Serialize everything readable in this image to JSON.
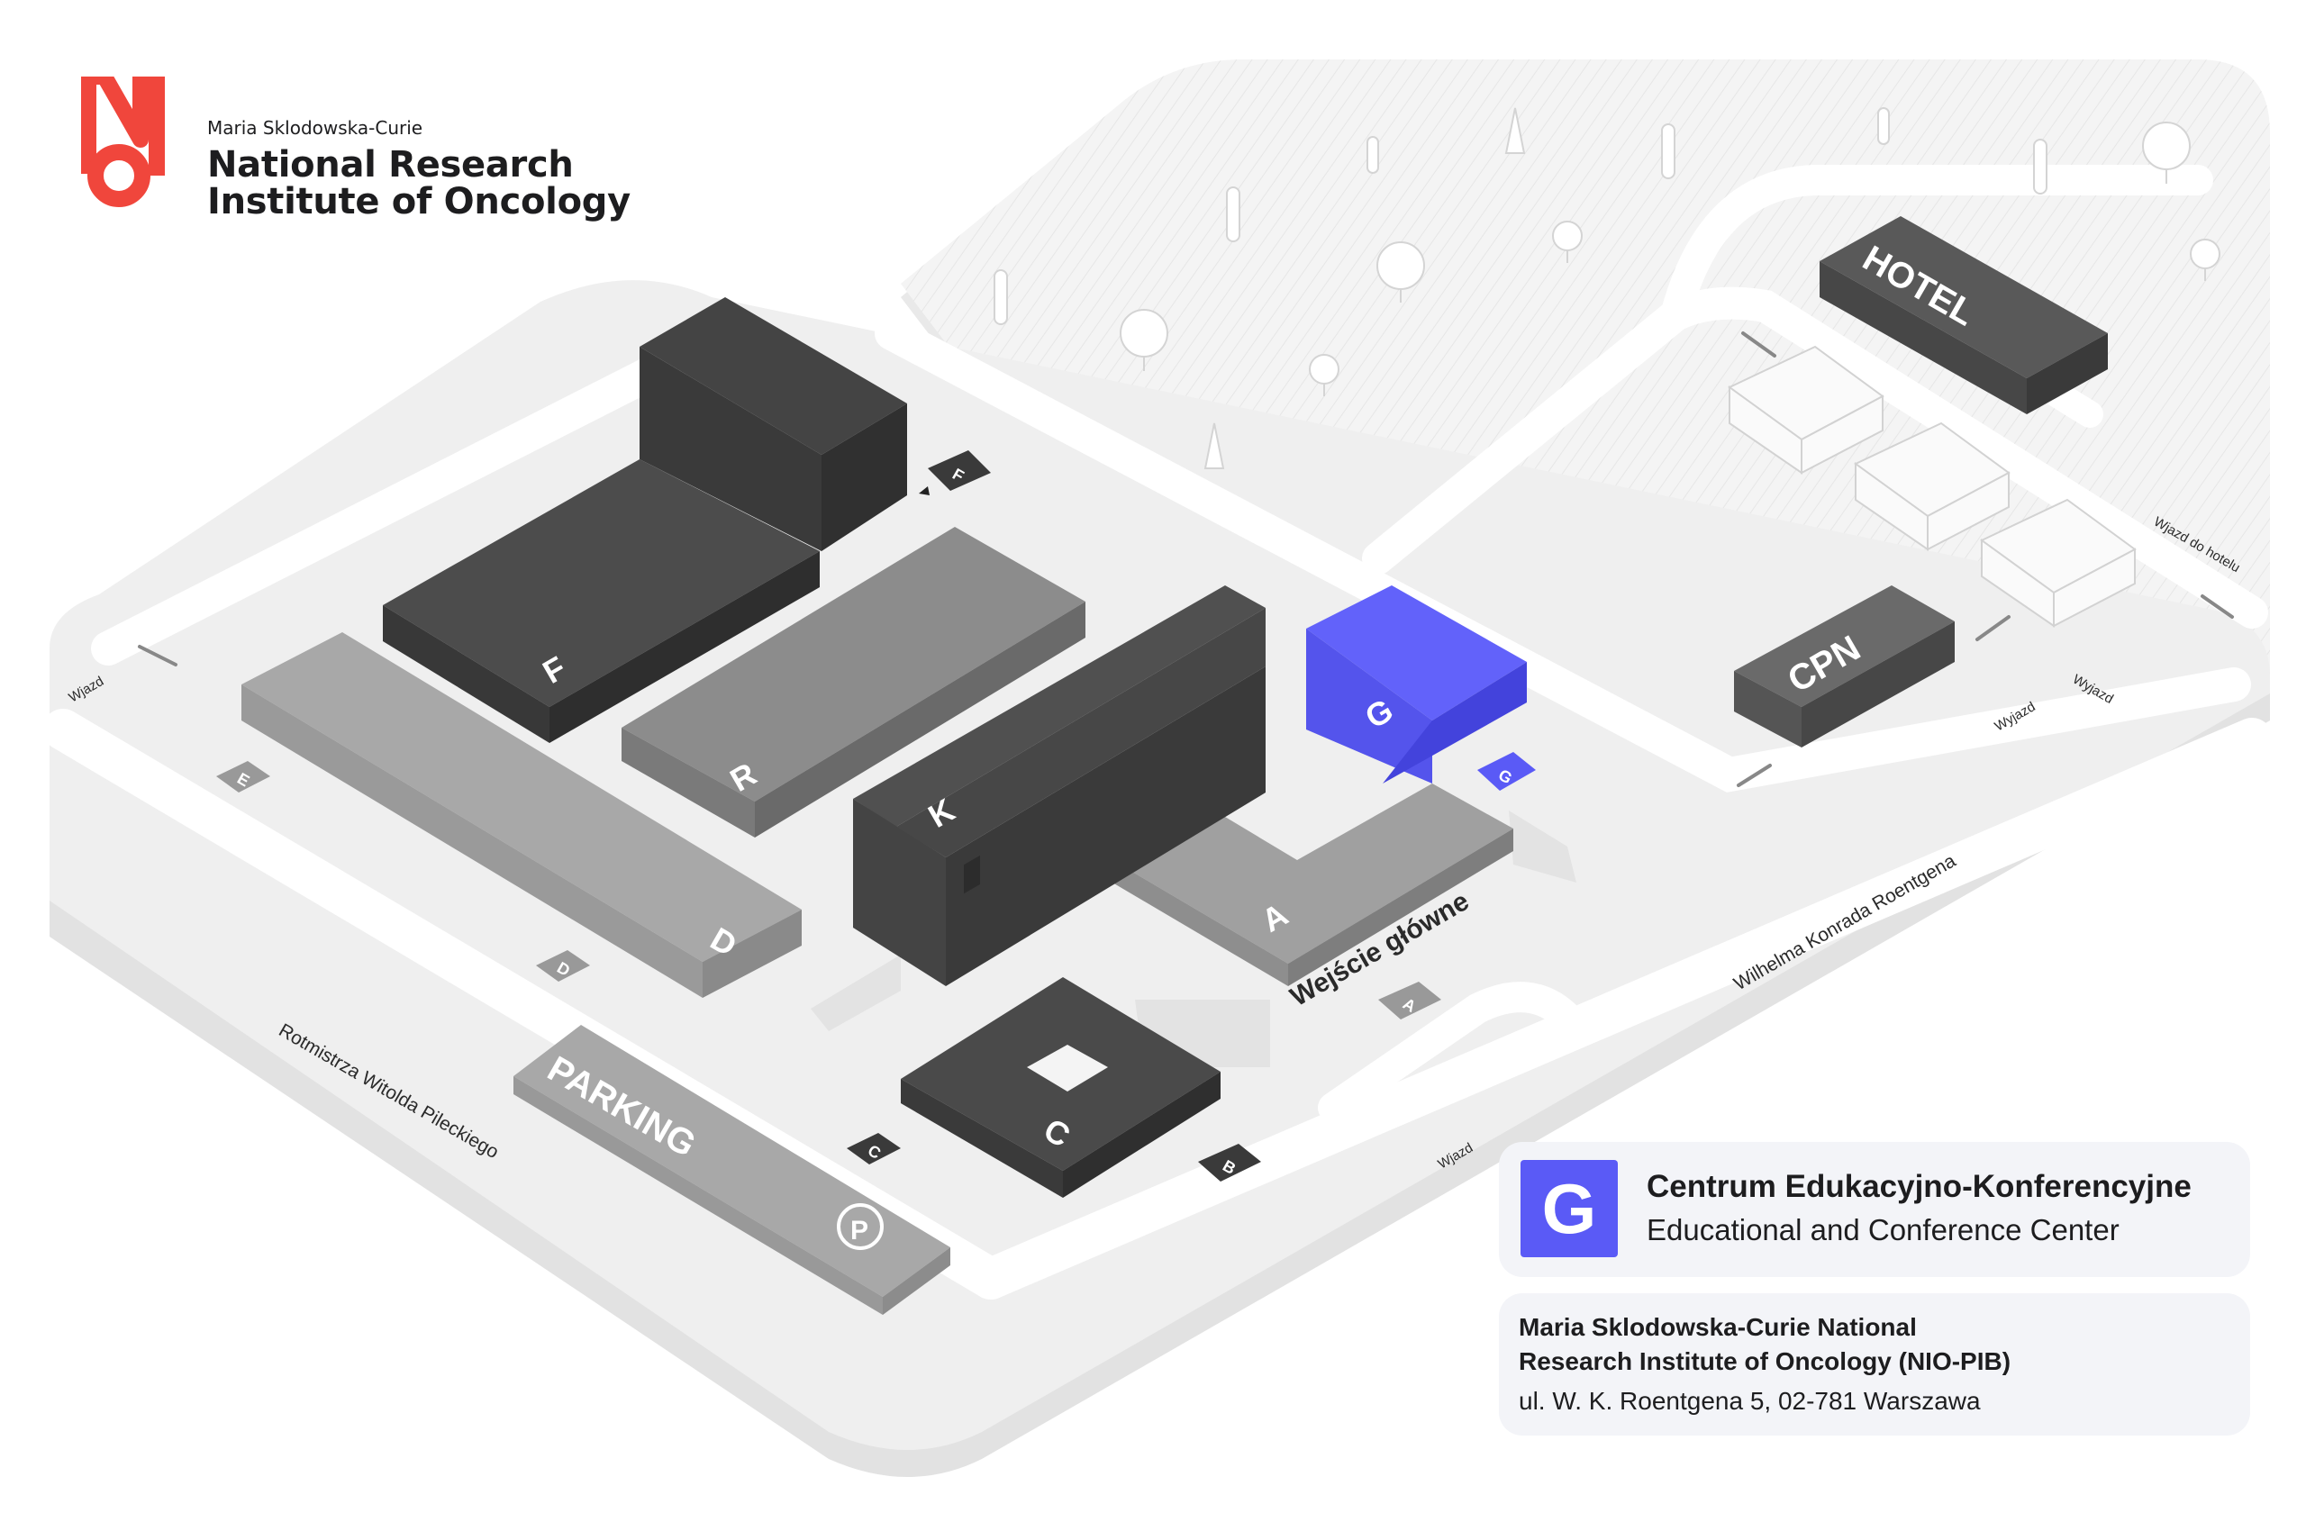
{
  "logo": {
    "subtitle": "Maria Sklodowska-Curie",
    "line1": "National Research",
    "line2": "Institute of Oncology",
    "brand_color": "#f0463c"
  },
  "buildings": {
    "F": "F",
    "R": "R",
    "K": "K",
    "G": "G",
    "A": "A",
    "D": "D",
    "C": "C",
    "HOTEL": "HOTEL",
    "CPN": "CPN",
    "PARKING": "PARKING",
    "P": "P"
  },
  "entrances": [
    "F",
    "E",
    "D",
    "C",
    "B",
    "A",
    "G"
  ],
  "labels": {
    "main_entrance": "Wejście główne",
    "street_roentgena": "Wilhelma Konrada Roentgena",
    "street_pileckiego": "Rotmistrza Witolda Pileckiego",
    "wjazd": "Wjazd",
    "wyjazd": "Wyjazd",
    "wjazd_do_hotelu": "Wjazd do hotelu"
  },
  "legend": {
    "letter": "G",
    "title_pl": "Centrum Edukacyjno-Konferencyjne",
    "title_en": "Educational and Conference Center"
  },
  "address": {
    "line1": "Maria Sklodowska-Curie National",
    "line2": "Research Institute of Oncology (NIO-PIB)",
    "line3": "ul. W. K. Roentgena 5, 02-781 Warszawa"
  },
  "colors": {
    "highlight": "#5a5af6",
    "dark_building": "#4a4a4a",
    "mid_building": "#8c8c8c",
    "light_building": "#a8a8a8"
  }
}
